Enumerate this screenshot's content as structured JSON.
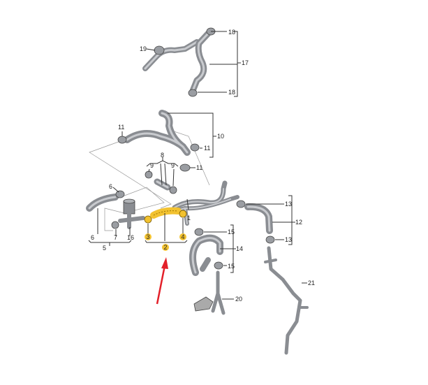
{
  "diagram": {
    "labels": {
      "l18a": "18",
      "l19": "19",
      "l17": "17",
      "l18b": "18",
      "l11a": "11",
      "l10": "10",
      "l11b": "11",
      "l8": "8",
      "l9a": "9",
      "l9b": "9",
      "l11c": "11",
      "l6a": "6",
      "l1": "1",
      "l13a": "13",
      "l12": "12",
      "l13b": "13",
      "l16": "16",
      "l3": "3",
      "l2": "2",
      "l4": "4",
      "l15a": "15",
      "l14": "14",
      "l15b": "15",
      "l7": "7",
      "l6b": "6",
      "l5": "5",
      "l21": "21",
      "l20": "20"
    },
    "colors": {
      "highlight": "#f2c230",
      "arrow": "#e3202a",
      "hose": "#8a8d92"
    }
  }
}
